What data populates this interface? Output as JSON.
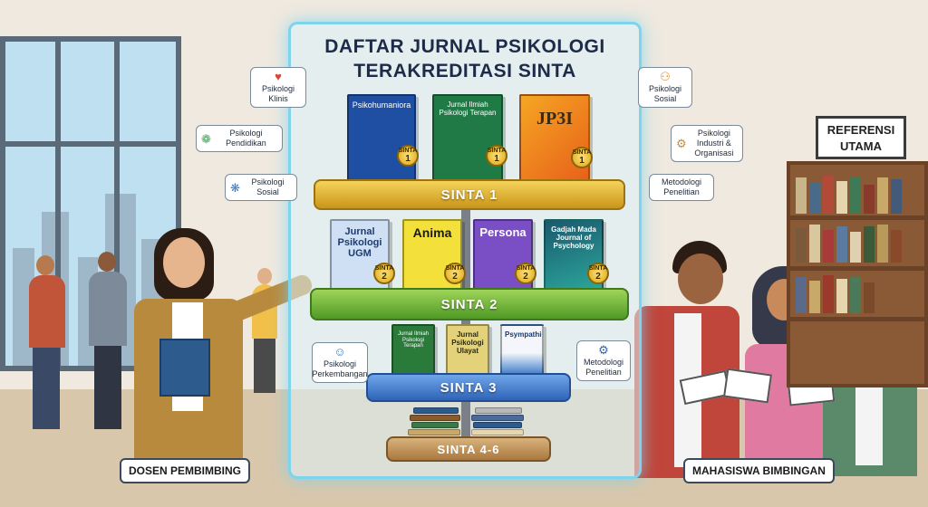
{
  "title_line1": "DAFTAR JURNAL PSIKOLOGI",
  "title_line2": "TERAKREDITASI SINTA",
  "tiers": {
    "sinta1": "SINTA 1",
    "sinta2": "SINTA 2",
    "sinta3": "SINTA 3",
    "sinta46": "SINTA 4-6"
  },
  "books_sinta1": [
    {
      "title": "Psikohumaniora",
      "badge_top": "SINTA",
      "badge_num": "1",
      "color": "#1f4fa3"
    },
    {
      "title": "Jurnal Ilmiah Psikologi Terapan",
      "badge_top": "SINTA",
      "badge_num": "1",
      "color": "#1f7a45"
    },
    {
      "title": "JP3I",
      "badge_top": "SINTA",
      "badge_num": "1",
      "color": "#f08a1c"
    }
  ],
  "books_sinta2": [
    {
      "title": "Jurnal Psikologi UGM",
      "badge_top": "SINTA",
      "badge_num": "2",
      "color": "#5b8fd6"
    },
    {
      "title": "Anima",
      "badge_top": "SINTA",
      "badge_num": "2",
      "color": "#f4e03a"
    },
    {
      "title": "Persona",
      "badge_top": "SINTA",
      "badge_num": "2",
      "color": "#7a4ec4"
    },
    {
      "title": "Gadjah Mada Journal of Psychology",
      "badge_top": "SINTA",
      "badge_num": "2",
      "color": "#1f7d88"
    }
  ],
  "books_sinta3": [
    {
      "title": "Jurnal Ilmiah Psikologi Terapan",
      "color": "#2a7a3a"
    },
    {
      "title": "Jurnal Psikologi Ulayat",
      "color": "#e4d27a"
    },
    {
      "title": "Psympathic",
      "color": "#e9eef7"
    }
  ],
  "topics": {
    "klinis": "Psikologi Klinis",
    "pendidikan": "Psikologi Pendidikan",
    "sosial_left": "Psikologi Sosial",
    "sosial_right": "Psikologi Sosial",
    "industri": "Psikologi Industri & Organisasi",
    "metodologi": "Metodologi Penelitian",
    "perkembangan": "Psikologi Perkembangan",
    "metodologi2": "Metodologi Penelitian"
  },
  "reference_sign": {
    "line1": "REFERENSI",
    "line2": "UTAMA"
  },
  "captions": {
    "dosen": "DOSEN PEMBIMBING",
    "mahasiswa": "MAHASISWA BIMBINGAN"
  },
  "icons": {
    "klinis": "heart-pulse-icon",
    "pendidikan": "brain-icon",
    "sosial": "network-icon",
    "industri": "gear-person-icon",
    "sosial_right": "people-group-icon",
    "perkembangan": "child-development-icon",
    "metodologi2": "gear-icon"
  }
}
